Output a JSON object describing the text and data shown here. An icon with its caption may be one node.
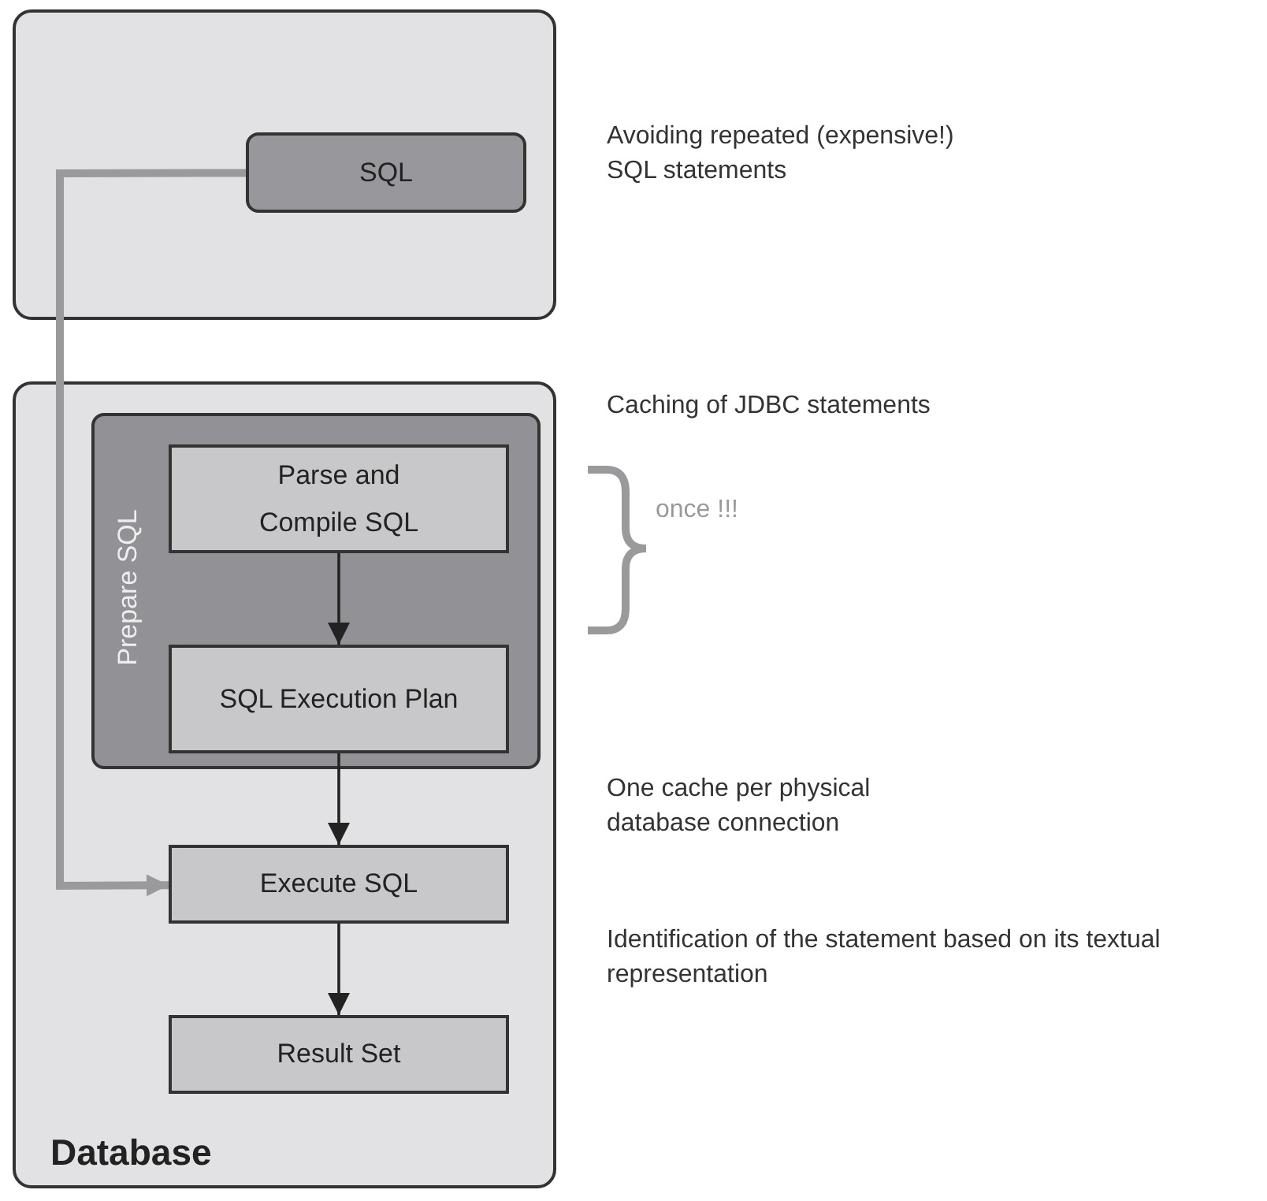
{
  "diagram": {
    "nodes": [
      {
        "text": [],
        "shape": "box"
      },
      {
        "text": [
          "SQL"
        ],
        "in": 0
      },
      {
        "text": [
          "Database"
        ]
      },
      {
        "text": [
          "Prepare SQL"
        ],
        "in": 2
      },
      {
        "text": [
          "Parse and Compile SQL"
        ],
        "in": 3
      },
      {
        "text": [
          "SQL Execution Plan"
        ],
        "in": 3
      },
      {
        "text": [
          "Execute SQL"
        ],
        "in": 2
      },
      {
        "text": [
          "Result Set"
        ],
        "in": 2
      }
    ],
    "edges": [
      {
        "from": 1,
        "to": 6,
        "arrow": "to",
        "style": "thick",
        "color": "#9a9a9c"
      },
      {
        "from": 4,
        "to": 5,
        "arrow": "to"
      },
      {
        "from": 5,
        "to": 6,
        "arrow": "to"
      },
      {
        "from": 6,
        "to": 7,
        "arrow": "to"
      }
    ],
    "labels": [
      "Avoiding repeated (expensive!) SQL statements",
      "Caching of JDBC statements",
      "once !!!",
      "One cache per physical database connection",
      "Identification of the statement based on its textual representation"
    ]
  }
}
